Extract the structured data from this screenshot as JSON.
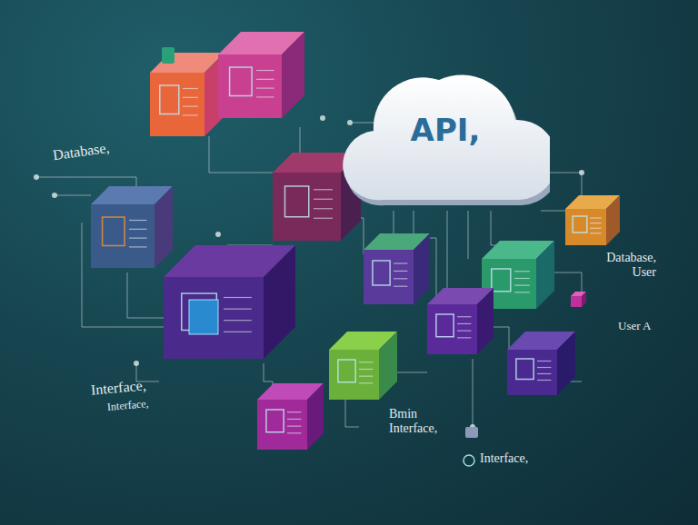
{
  "diagram": {
    "nodes": [
      {
        "text": [
          "API,"
        ]
      }
    ],
    "labels": [
      "Database,",
      "Database, User",
      "User A",
      "Interface,",
      "Interface,",
      "Bmin Interface,",
      "Interface,"
    ]
  }
}
